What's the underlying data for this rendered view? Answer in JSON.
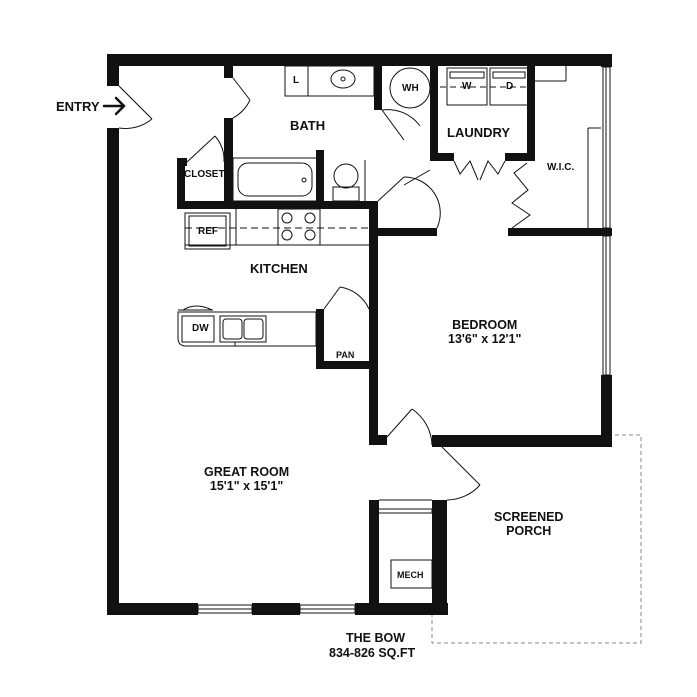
{
  "plan": {
    "name": "THE BOW",
    "area": "834-826 SQ.FT",
    "entry_label": "ENTRY"
  },
  "rooms": {
    "great_room": {
      "label": "GREAT ROOM",
      "dims": "15'1\" x 15'1\""
    },
    "bedroom": {
      "label": "BEDROOM",
      "dims": "13'6\" x 12'1\""
    },
    "screened_porch": {
      "line1": "SCREENED",
      "line2": "PORCH"
    },
    "kitchen": {
      "label": "KITCHEN"
    },
    "bath": {
      "label": "BATH"
    },
    "laundry": {
      "label": "LAUNDRY"
    },
    "wic": {
      "label": "W.I.C."
    },
    "closet": {
      "label": "CLOSET"
    },
    "pantry": {
      "label": "PAN"
    },
    "mech": {
      "label": "MECH"
    }
  },
  "fixtures": {
    "ref": "REF",
    "dw": "DW",
    "wh": "WH",
    "washer": "W",
    "dryer": "D",
    "linen": "L"
  }
}
